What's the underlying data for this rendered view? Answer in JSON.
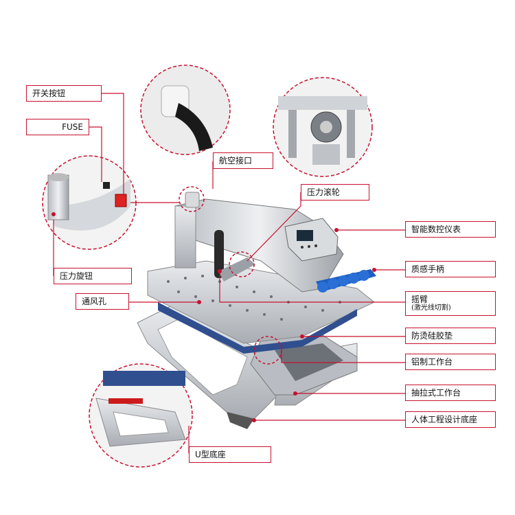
{
  "labels": {
    "power_switch": "开关按钮",
    "fuse": "FUSE",
    "aviation_connector": "航空接口",
    "pressure_roller": "压力滚轮",
    "controller": "智能数控仪表",
    "handle": "质感手柄",
    "pressure_knob": "压力旋钮",
    "vent_holes": "通风孔",
    "swing_arm": "摇臂",
    "swing_arm_sub": "(激光线切割)",
    "silicone_pad": "防烫硅胶垫",
    "aluminum_plate": "铝制工作台",
    "drawer_table": "抽拉式工作台",
    "ergonomic_base": "人体工程设计底座",
    "u_base": "U型底座"
  },
  "colors": {
    "callout": "#c8102e",
    "metal": "#c9ccd1",
    "metal_dark": "#8e939a",
    "handle_blue": "#1f5fbf",
    "screen": "#1a2b3a"
  }
}
